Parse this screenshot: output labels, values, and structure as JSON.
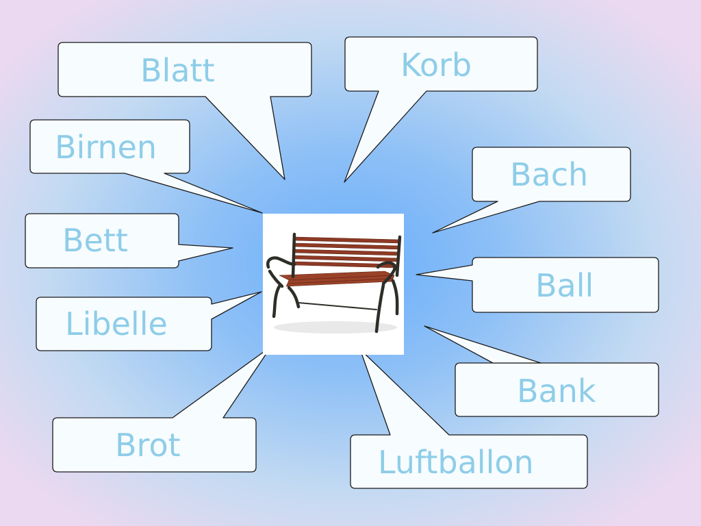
{
  "words": {
    "blatt": "Blatt",
    "korb": "Korb",
    "birnen": "Birnen",
    "bach": "Bach",
    "bett": "Bett",
    "ball": "Ball",
    "libelle": "Libelle",
    "bank": "Bank",
    "brot": "Brot",
    "luftballon": "Luftballon"
  },
  "picture": {
    "subject": "bench-image"
  },
  "colors": {
    "word_text": "#8ecde8",
    "bubble_fill": "#f7fcff",
    "bubble_stroke": "#1a1a1a",
    "bench_wood": "#8e3a25",
    "bench_iron": "#2e2e28"
  }
}
